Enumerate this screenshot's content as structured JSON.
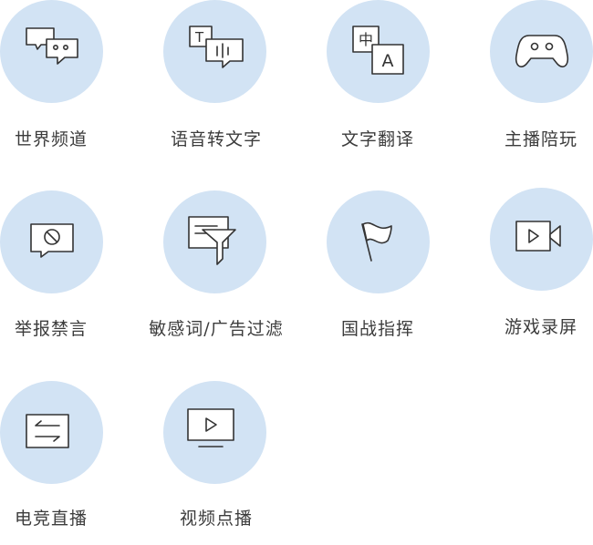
{
  "features": [
    {
      "label": "世界频道",
      "icon": "chat-bubbles-icon"
    },
    {
      "label": "语音转文字",
      "icon": "voice-to-text-icon"
    },
    {
      "label": "文字翻译",
      "icon": "translate-icon"
    },
    {
      "label": "主播陪玩",
      "icon": "gamepad-icon"
    },
    {
      "label": "举报禁言",
      "icon": "mute-report-icon"
    },
    {
      "label": "敏感词/广告过滤",
      "icon": "filter-icon"
    },
    {
      "label": "国战指挥",
      "icon": "flag-icon"
    },
    {
      "label": "游戏录屏",
      "icon": "video-camera-icon"
    },
    {
      "label": "电竞直播",
      "icon": "switch-arrows-icon"
    },
    {
      "label": "视频点播",
      "icon": "video-play-monitor-icon"
    }
  ],
  "colors": {
    "circle": "#d2e3f4",
    "icon_stroke": "#333333",
    "label_text": "#3c3c3c"
  },
  "icon_glyphs": {
    "voice_text": "T",
    "translate_source": "中",
    "translate_target": "A"
  }
}
